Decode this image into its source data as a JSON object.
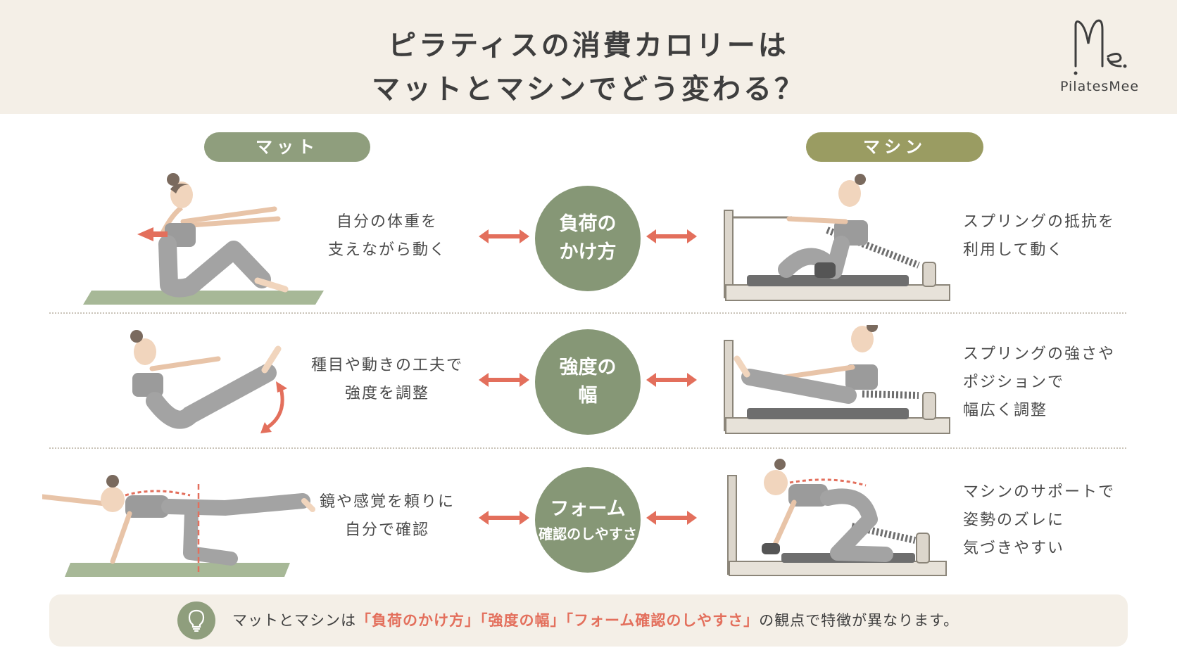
{
  "header": {
    "title_line1": "ピラティスの消費カロリーは",
    "title_line2": "マットとマシンでどう変わる？",
    "logo_text": "PilatesMee",
    "logo_mark": "Me"
  },
  "columns": {
    "mat_label": "マット",
    "machine_label": "マシン"
  },
  "rows": [
    {
      "mat_lines": [
        "自分の体重を",
        "支えながら動く"
      ],
      "center_lines": [
        "負荷の",
        "かけ方"
      ],
      "machine_lines": [
        "スプリングの抵抗を",
        "利用して動く"
      ]
    },
    {
      "mat_lines": [
        "種目や動きの工夫で",
        "強度を調整"
      ],
      "center_lines": [
        "強度の",
        "幅"
      ],
      "machine_lines": [
        "スプリングの強さや",
        "ポジションで",
        "幅広く調整"
      ]
    },
    {
      "mat_lines": [
        "鏡や感覚を頼りに",
        "自分で確認"
      ],
      "center_lines": [
        "フォーム",
        "確認のしやすさ"
      ],
      "machine_lines": [
        "マシンのサポートで",
        "姿勢のズレに",
        "気づきやすい"
      ]
    }
  ],
  "footer": {
    "prefix": "マットとマシンは",
    "highlight1": "「負荷のかけ方」",
    "highlight2": "「強度の幅」",
    "highlight3": "「フォーム確認のしやすさ」",
    "suffix": "の観点で特徴が異なります。"
  },
  "icons": {
    "bulb": "lightbulb-icon",
    "arrow": "double-arrow-icon"
  },
  "colors": {
    "header_bg": "#f4efe7",
    "mat_pill": "#8f9e7d",
    "machine_pill": "#9a9c62",
    "circle": "#869776",
    "accent": "#e36f5c"
  }
}
